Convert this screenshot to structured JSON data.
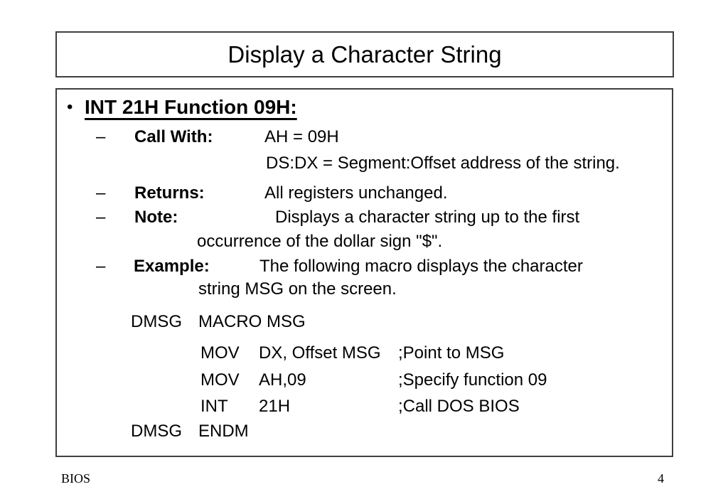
{
  "slide": {
    "title": "Display a Character String",
    "bullet_glyph": "•",
    "dash_glyph": "–",
    "heading": "INT 21H Function 09H:",
    "items": {
      "call_with": {
        "label": "Call With:",
        "line1": "AH = 09H",
        "line2": "DS:DX = Segment:Offset address of the string."
      },
      "returns": {
        "label": "Returns:",
        "text": "All registers unchanged."
      },
      "note": {
        "label": "Note:",
        "line1": "Displays a character string up to the first",
        "line2": "occurrence of the dollar sign \"$\"."
      },
      "example": {
        "label": "Example:",
        "line1": "The following macro displays the character",
        "line2": "string MSG on the screen."
      }
    },
    "code": {
      "macro_open_name": "DMSG",
      "macro_open_directive": "MACRO MSG",
      "lines": [
        {
          "op": "MOV",
          "operand": "DX, Offset MSG",
          "comment": ";Point to MSG"
        },
        {
          "op": "MOV",
          "operand": "AH,09",
          "comment": ";Specify function 09"
        },
        {
          "op": "INT",
          "operand": "21H",
          "comment": ";Call DOS BIOS"
        }
      ],
      "macro_close_name": "DMSG",
      "macro_close_directive": "ENDM"
    },
    "footer": {
      "left": "BIOS",
      "page_number": "4"
    }
  }
}
